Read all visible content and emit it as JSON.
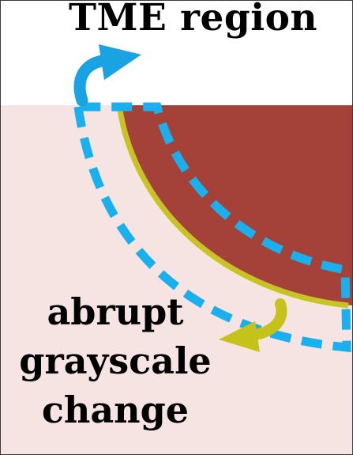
{
  "title": "TME region",
  "caption": {
    "line1": "abrupt",
    "line2": "grayscale",
    "line3": "change"
  },
  "colors": {
    "background_region": "#f5e4e2",
    "object_region": "#a4423a",
    "boundary_line": "#c8c324",
    "tme_dash": "#1ab0ee",
    "tme_arrow": "#1aa3e2",
    "boundary_arrow": "#c6c21c",
    "text": "#000000",
    "frame_border": "#3a3a3a"
  },
  "icons": {
    "tme_arrow": "curved-arrow-up-right-icon",
    "boundary_arrow": "curved-arrow-down-left-icon"
  }
}
